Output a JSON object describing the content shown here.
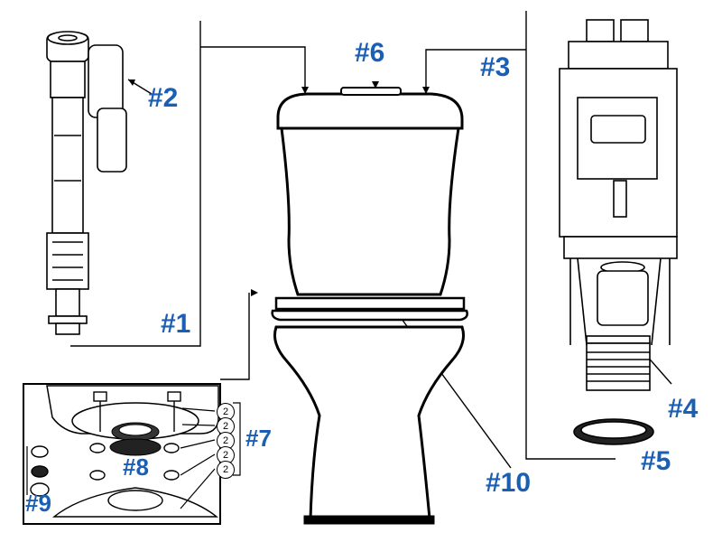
{
  "labels": {
    "p1": "#1",
    "p2": "#2",
    "p3": "#3",
    "p4": "#4",
    "p5": "#5",
    "p6": "#6",
    "p7": "#7",
    "p8": "#8",
    "p9": "#9",
    "p10": "#10"
  },
  "bolt_qty": [
    "2",
    "2",
    "2",
    "2",
    "2"
  ],
  "colors": {
    "label": "#1a5fb4",
    "line": "#000000"
  }
}
